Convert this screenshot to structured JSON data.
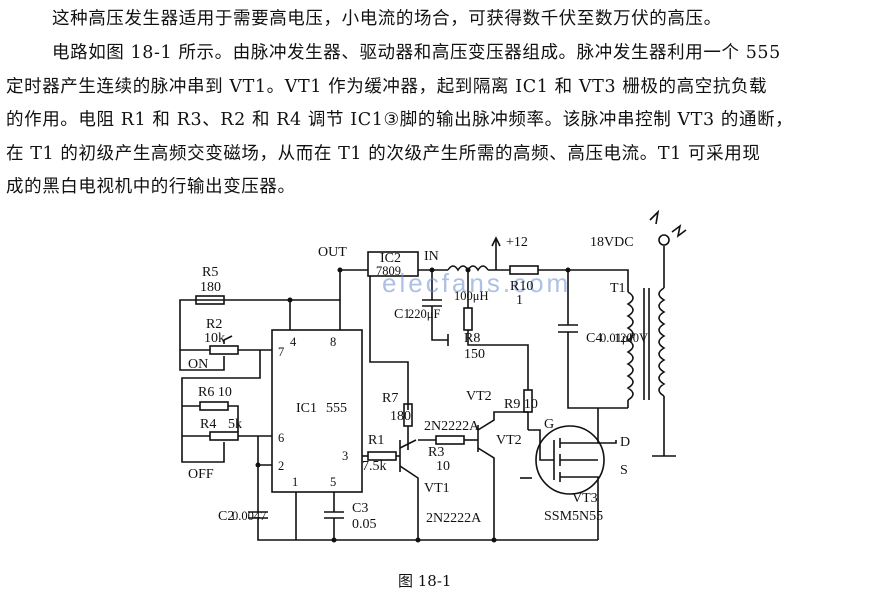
{
  "text": {
    "line1": "这种高压发生器适用于需要高电压，小电流的场合，可获得数千伏至数万伏的高压。",
    "line2": "电路如图 18-1 所示。由脉冲发生器、驱动器和高压变压器组成。脉冲发生器利用一个 555",
    "line3": "定时器产生连续的脉冲串到 VT1。VT1 作为缓冲器，起到隔离 IC1 和 VT3 栅极的高空抗负载",
    "line4": "的作用。电阻 R1 和 R3、R2 和 R4 调节 IC1③脚的输出脉冲频率。该脉冲串控制 VT3 的通断，",
    "line5": "在 T1 的初级产生高频交变磁场，从而在 T1 的次级产生所需的高频、高压电流。T1 可采用现",
    "line6": "成的黑白电视机中的行输出变压器。"
  },
  "figure": {
    "caption": "图 18-1",
    "watermark": "elecfans.com",
    "labels": {
      "out": "OUT",
      "ic2": "IC2",
      "ic2_part": "7809",
      "in": "IN",
      "plus12": "+12",
      "vdc": "18VDC",
      "t1": "T1",
      "r5": "R5",
      "r5_val": "180",
      "r2": "R2",
      "r2_val": "10k",
      "on": "ON",
      "r6": "R6 10",
      "r4": "R4",
      "r4_val": "5k",
      "off": "OFF",
      "pin4": "4",
      "pin8": "8",
      "pin7": "7",
      "pin6": "6",
      "pin2": "2",
      "pin3": "3",
      "pin1": "1",
      "pin5": "5",
      "ic1": "IC1",
      "ic1_part": "555",
      "c1": "C1",
      "c1_val": "220μF",
      "l1_val": "100μH",
      "r10": "R10",
      "r10_val": "1",
      "r8": "R8",
      "r8_val": "150",
      "c4": "C4",
      "c4_val": "0.01μF",
      "c4_volt": "1200V",
      "vt2_top": "VT2",
      "r9": "R9 10",
      "r7": "R7",
      "r7_val": "180",
      "r1": "R1",
      "r1_val": "7.5k",
      "q_part1": "2N2222A",
      "vt2": "VT2",
      "r3": "R3",
      "r3_val": "10",
      "g": "G",
      "d": "D",
      "s": "S",
      "vt1": "VT1",
      "c2": "C2",
      "c2_val": "0.0047",
      "c3": "C3",
      "c3_val": "0.05",
      "q_part2": "2N2222A",
      "vt3": "VT3",
      "vt3_part": "SSM5N55"
    }
  }
}
